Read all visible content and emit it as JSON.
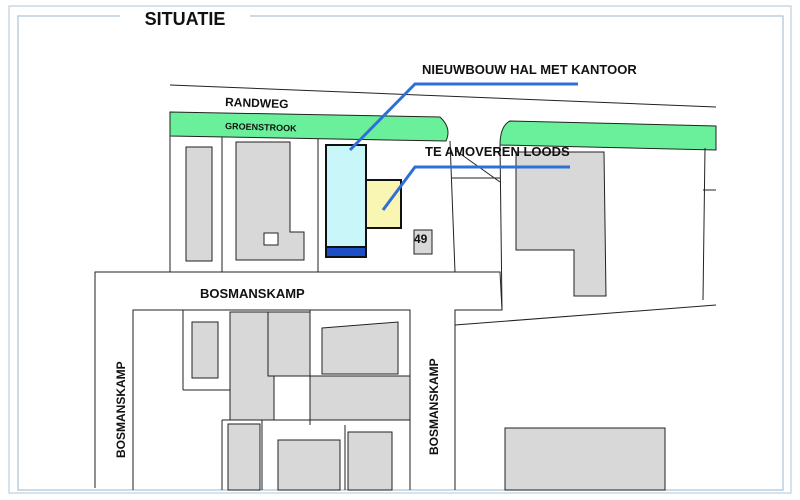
{
  "title": "SITUATIE",
  "labels": {
    "randweg": "RANDWEG",
    "groenstrook": "GROENSTROOK",
    "nieuwbouw": "NIEUWBOUW HAL MET KANTOOR",
    "te_amoveren": "TE AMOVEREN LOODS",
    "house_number": "49",
    "bosmanskamp_top": "BOSMANSKAMP",
    "bosmanskamp_left": "BOSMANSKAMP",
    "bosmanskamp_right": "BOSMANSKAMP"
  },
  "colors": {
    "frame": "#a9c3d6",
    "green_strip": "#6af09a",
    "new_building": "#c9f7f9",
    "new_building_office": "#1c4fc7",
    "demolish": "#f8f6b2",
    "existing_building": "#d8d8d8",
    "leader_line": "#2f6fd8",
    "plot_line": "#222222"
  },
  "icons": {
    "leader_nieuwbouw": "callout-line",
    "leader_te_amoveren": "callout-line"
  }
}
